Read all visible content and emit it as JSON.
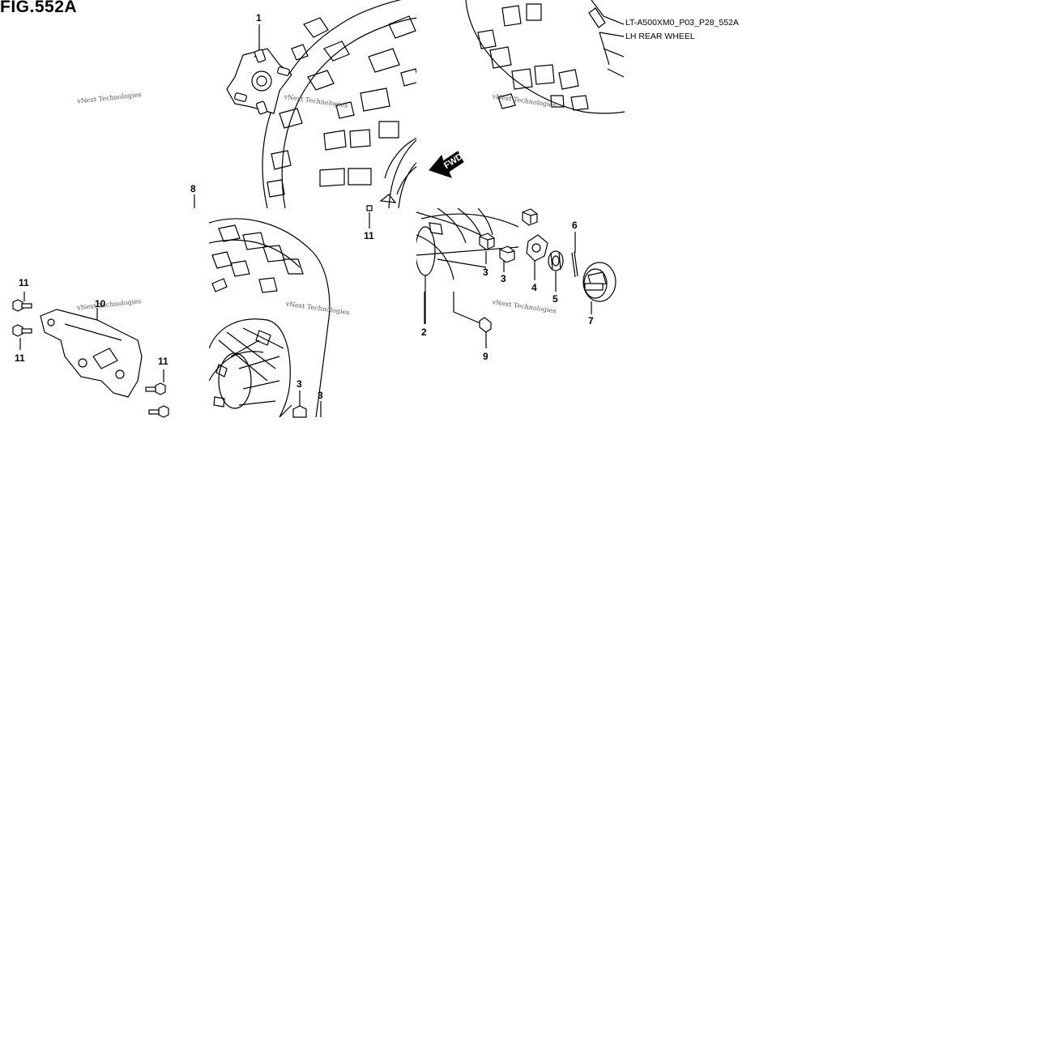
{
  "figure": {
    "title": "FIG.552A",
    "code": "LT-A500XM0_P03_P28_552A",
    "name": "LH REAR WHEEL"
  },
  "direction_label": "FWD",
  "watermark": "vNext Technologies",
  "callouts": {
    "c1": "1",
    "c2": "2",
    "c3a": "3",
    "c3b": "3",
    "c3c": "3",
    "c3d": "3",
    "c4": "4",
    "c5": "5",
    "c6": "6",
    "c7": "7",
    "c8": "8",
    "c9": "9",
    "c10": "10",
    "c11a": "11",
    "c11b": "11",
    "c11c": "11",
    "c11d": "11"
  }
}
